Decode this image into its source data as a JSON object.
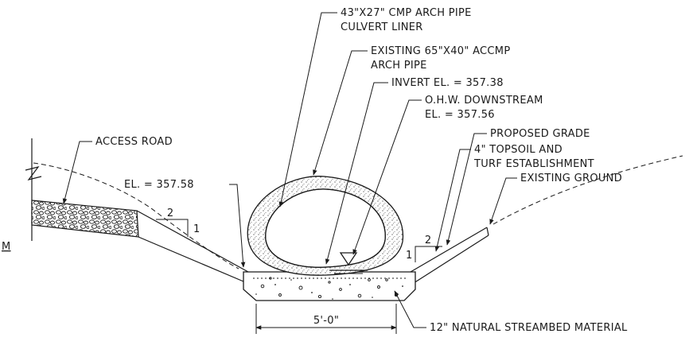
{
  "labels": {
    "liner_line1": "43\"X27\" CMP ARCH PIPE",
    "liner_line2": "CULVERT LINER",
    "existing_line1": "EXISTING 65\"X40\" ACCMP",
    "existing_line2": "ARCH PIPE",
    "invert": "INVERT EL. = 357.38",
    "ohw_line1": "O.H.W. DOWNSTREAM",
    "ohw_line2": "EL. = 357.56",
    "access_road": "ACCESS ROAD",
    "elevation": "EL. = 357.58",
    "proposed_grade": "PROPOSED GRADE",
    "topsoil_line1": "4\" TOPSOIL AND",
    "topsoil_line2": "TURF ESTABLISHMENT",
    "existing_ground": "EXISTING GROUND",
    "width_dim": "5'-0\"",
    "streambed": "12\" NATURAL STREAMBED MATERIAL",
    "edge_mark": "M"
  },
  "slopes": {
    "left_run": "2",
    "left_rise": "1",
    "right_run": "2",
    "right_rise": "1"
  },
  "colors": {
    "ink": "#1a1a1a",
    "background": "#ffffff"
  }
}
